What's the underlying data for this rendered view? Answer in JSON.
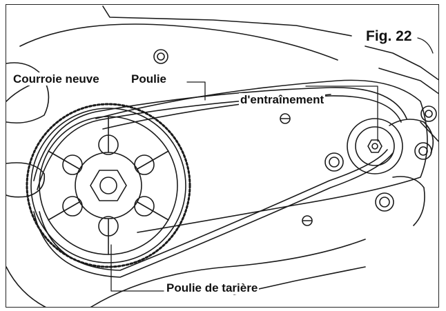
{
  "figure": {
    "number": "Fig. 22",
    "labels": {
      "new_belt": "Courroie neuve",
      "drive_pulley_line1": "Poulie",
      "drive_pulley_line2": "d'entraînement",
      "auger_pulley": "Poulie de tarière"
    },
    "colors": {
      "line": "#1a1a1a",
      "background": "#ffffff"
    }
  }
}
